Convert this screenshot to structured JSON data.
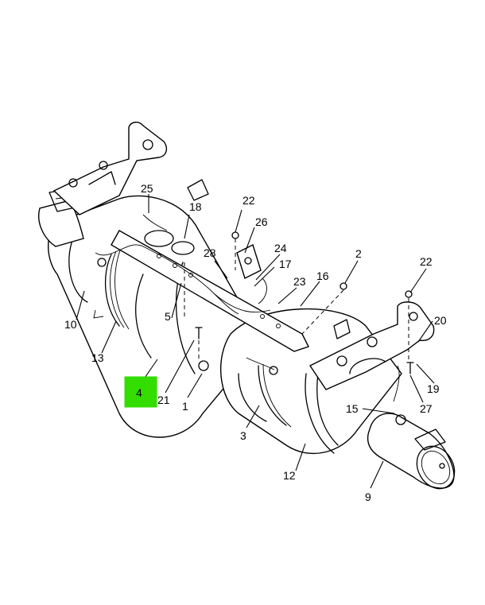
{
  "highlight_color": "#33dd00",
  "callouts": {
    "c1": "1",
    "c2": "2",
    "c3": "3",
    "c4": "4",
    "c5": "5",
    "c9": "9",
    "c10": "10",
    "c12": "12",
    "c13": "13",
    "c15": "15",
    "c16": "16",
    "c17": "17",
    "c18": "18",
    "c19": "19",
    "c20": "20",
    "c21": "21",
    "c22a": "22",
    "c22b": "22",
    "c23": "23",
    "c24": "24",
    "c25": "25",
    "c26": "26",
    "c27": "27",
    "c28": "28"
  }
}
